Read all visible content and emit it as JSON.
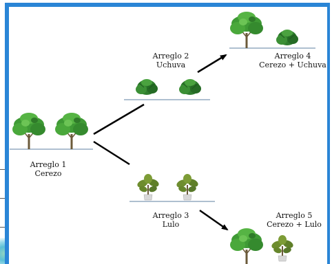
{
  "nodes": {
    "arreglo1": {
      "title": "Arreglo 1",
      "subtitle": "Cerezo"
    },
    "arreglo2": {
      "title": "Arreglo 2",
      "subtitle": "Uchuva"
    },
    "arreglo3": {
      "title": "Arreglo 3",
      "subtitle": "Lulo"
    },
    "arreglo4": {
      "title": "Arreglo 4",
      "subtitle": "Cerezo + Uchuva"
    },
    "arreglo5": {
      "title": "Arreglo 5",
      "subtitle": "Cerezo + Lulo"
    }
  },
  "colors": {
    "frame": "#2a85d6",
    "ground": "#aebfd0",
    "tree_leaf": "#3f9a35",
    "tree_trunk": "#6b5a3a",
    "shrub_leaf": "#2f7d2e",
    "lulo_leaf": "#6e8d2f",
    "pot": "#d8d8d8",
    "arrow": "#000000"
  },
  "icons": [
    "tree-icon",
    "shrub-icon",
    "potted-plant-icon"
  ]
}
